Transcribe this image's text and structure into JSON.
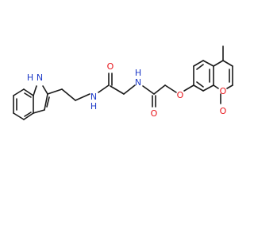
{
  "diagram": {
    "type": "chemical-structure",
    "colors": {
      "bond": "#1a1a1a",
      "oxygen": "#e8151b",
      "nitrogen": "#1c39c7",
      "background": "#ffffff"
    },
    "labels": {
      "indole_nh": "H",
      "indole_n": "N",
      "amide1_n": "N",
      "amide1_h": "H",
      "amide1_o": "O",
      "amide2_n": "N",
      "amide2_h": "H",
      "amide2_o": "O",
      "ether_o": "O",
      "lactone_o": "O",
      "carbonyl_o": "O"
    }
  }
}
